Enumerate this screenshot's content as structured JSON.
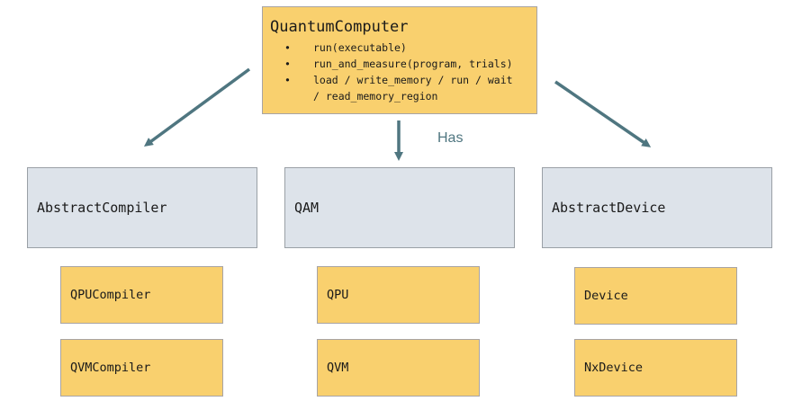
{
  "quantum_computer": {
    "title": "QuantumComputer",
    "methods": [
      {
        "line1": "run(executable)"
      },
      {
        "line1": "run_and_measure(program, trials)"
      },
      {
        "line1": "load / write_memory / run / wait",
        "line2": "/ read_memory_region"
      }
    ]
  },
  "edge_label": "Has",
  "columns": [
    {
      "header": "AbstractCompiler",
      "implementations": [
        "QPUCompiler",
        "QVMCompiler"
      ]
    },
    {
      "header": "QAM",
      "implementations": [
        "QPU",
        "QVM"
      ]
    },
    {
      "header": "AbstractDevice",
      "implementations": [
        "Device",
        "NxDevice"
      ]
    }
  ],
  "colors": {
    "yellow_box": "#f9d06e",
    "gray_box": "#dde3ea",
    "arrow": "#4f7680"
  },
  "bullet_glyph": "•"
}
